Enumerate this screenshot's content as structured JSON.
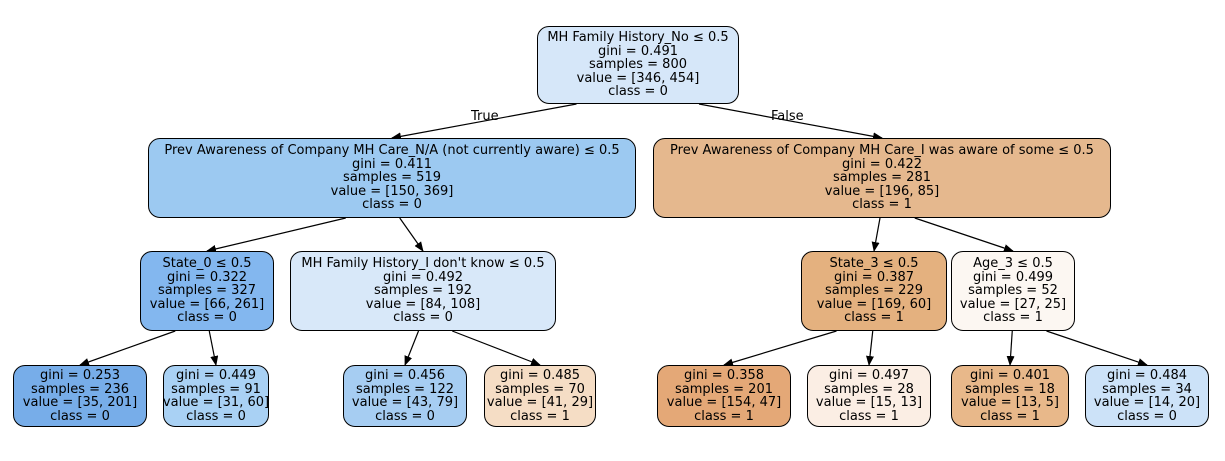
{
  "tree": {
    "edge_labels": {
      "true": "True",
      "false": "False"
    },
    "nodes": [
      {
        "id": "n0",
        "lines": [
          "MH Family History_No ≤ 0.5",
          "gini = 0.491",
          "samples = 800",
          "value = [346, 454]",
          "class = 0"
        ],
        "fill": "#d6e7f9"
      },
      {
        "id": "n1",
        "lines": [
          "Prev Awareness of Company MH Care_N/A (not currently aware) ≤ 0.5",
          "gini = 0.411",
          "samples = 519",
          "value = [150, 369]",
          "class = 0"
        ],
        "fill": "#9cc9f1"
      },
      {
        "id": "n2",
        "lines": [
          "Prev Awareness of Company MH Care_I was aware of some ≤ 0.5",
          "gini = 0.422",
          "samples = 281",
          "value = [196, 85]",
          "class = 1"
        ],
        "fill": "#e5b88e"
      },
      {
        "id": "n3",
        "lines": [
          "State_0 ≤ 0.5",
          "gini = 0.322",
          "samples = 327",
          "value = [66, 261]",
          "class = 0"
        ],
        "fill": "#83b7ef"
      },
      {
        "id": "n4",
        "lines": [
          "MH Family History_I don't know ≤ 0.5",
          "gini = 0.492",
          "samples = 192",
          "value = [84, 108]",
          "class = 0"
        ],
        "fill": "#d8e8f9"
      },
      {
        "id": "n5",
        "lines": [
          "State_3 ≤ 0.5",
          "gini = 0.387",
          "samples = 229",
          "value = [169, 60]",
          "class = 1"
        ],
        "fill": "#e4b17f"
      },
      {
        "id": "n6",
        "lines": [
          "Age_3 ≤ 0.5",
          "gini = 0.499",
          "samples = 52",
          "value = [27, 25]",
          "class = 1"
        ],
        "fill": "#fcf7f2"
      },
      {
        "id": "n7",
        "lines": [
          "gini = 0.253",
          "samples = 236",
          "value = [35, 201]",
          "class = 0"
        ],
        "fill": "#77ade9"
      },
      {
        "id": "n8",
        "lines": [
          "gini = 0.449",
          "samples = 91",
          "value = [31, 60]",
          "class = 0"
        ],
        "fill": "#a9d1f4"
      },
      {
        "id": "n9",
        "lines": [
          "gini = 0.456",
          "samples = 122",
          "value = [43, 79]",
          "class = 0"
        ],
        "fill": "#a6cdf2"
      },
      {
        "id": "n10",
        "lines": [
          "gini = 0.485",
          "samples = 70",
          "value = [41, 29]",
          "class = 1"
        ],
        "fill": "#f5ddc5"
      },
      {
        "id": "n11",
        "lines": [
          "gini = 0.358",
          "samples = 201",
          "value = [154, 47]",
          "class = 1"
        ],
        "fill": "#e4a877"
      },
      {
        "id": "n12",
        "lines": [
          "gini = 0.497",
          "samples = 28",
          "value = [15, 13]",
          "class = 1"
        ],
        "fill": "#fbeee4"
      },
      {
        "id": "n13",
        "lines": [
          "gini = 0.401",
          "samples = 18",
          "value = [13, 5]",
          "class = 1"
        ],
        "fill": "#e8b88a"
      },
      {
        "id": "n14",
        "lines": [
          "gini = 0.484",
          "samples = 34",
          "value = [14, 20]",
          "class = 0"
        ],
        "fill": "#cce2f8"
      }
    ],
    "edges": [
      [
        "n0",
        "n1"
      ],
      [
        "n0",
        "n2"
      ],
      [
        "n1",
        "n3"
      ],
      [
        "n1",
        "n4"
      ],
      [
        "n2",
        "n5"
      ],
      [
        "n2",
        "n6"
      ],
      [
        "n3",
        "n7"
      ],
      [
        "n3",
        "n8"
      ],
      [
        "n4",
        "n9"
      ],
      [
        "n4",
        "n10"
      ],
      [
        "n5",
        "n11"
      ],
      [
        "n5",
        "n12"
      ],
      [
        "n6",
        "n13"
      ],
      [
        "n6",
        "n14"
      ]
    ]
  }
}
